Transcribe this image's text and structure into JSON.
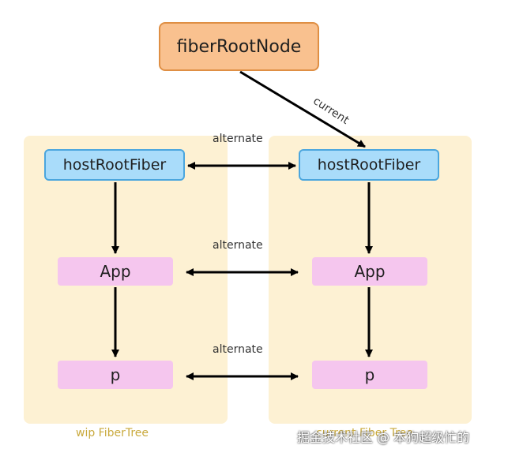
{
  "nodes": {
    "fiber_root": "fiberRootNode",
    "host_root_wip": "hostRootFiber",
    "host_root_current": "hostRootFiber",
    "app_wip": "App",
    "app_current": "App",
    "p_wip": "p",
    "p_current": "p"
  },
  "edges": {
    "current_label": "current",
    "alternate_labels": [
      "alternate",
      "alternate",
      "alternate"
    ]
  },
  "captions": {
    "wip_tree": "wip FiberTree",
    "current_tree": "current Fiber Tree"
  },
  "watermark": "掘金技术社区 @ 本狗超级忙的",
  "colors": {
    "panel": "#fdf1d3",
    "root_fill": "#f9c18f",
    "root_border": "#df8f44",
    "host_fill": "#a9dcfa",
    "host_border": "#4ba6de",
    "child_fill": "#f5c6ee",
    "caption_text": "#c9a93c",
    "arrow": "#000000"
  }
}
